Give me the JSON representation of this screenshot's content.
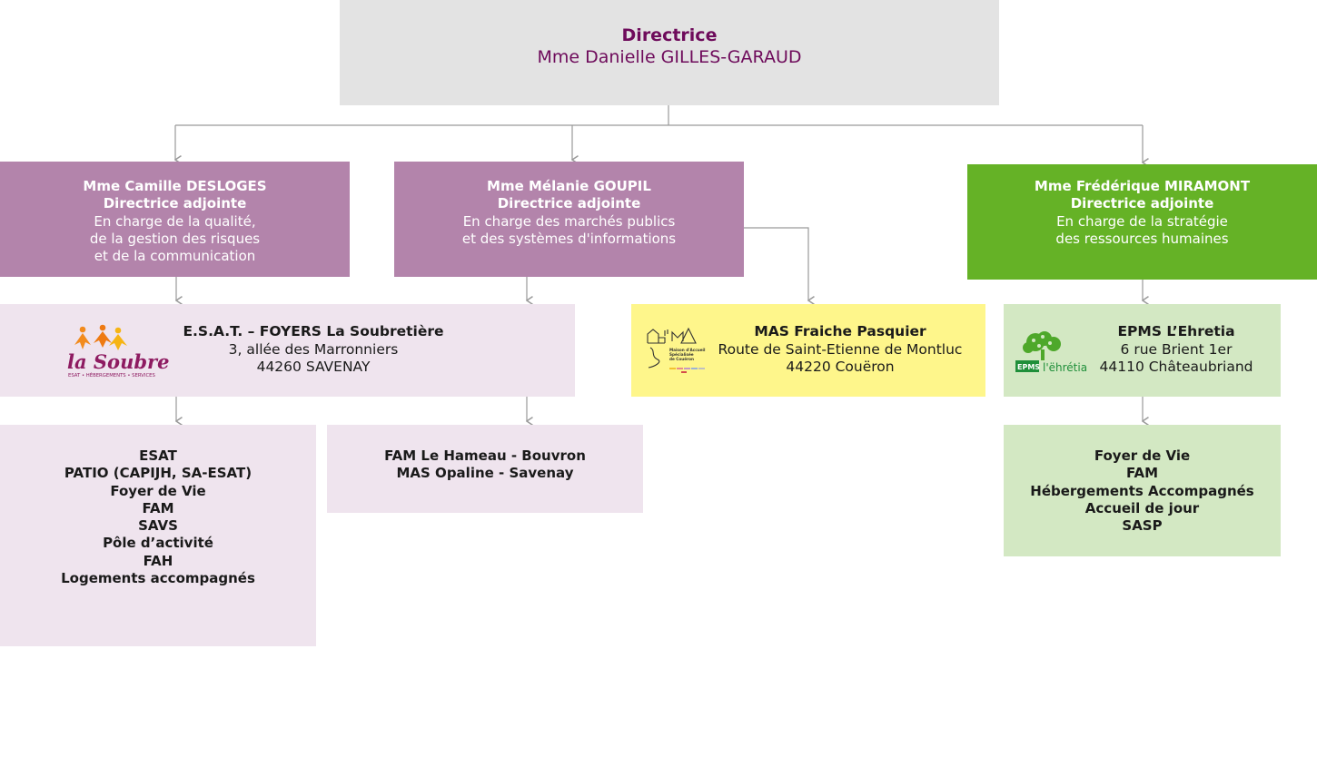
{
  "directrice": {
    "title": "Directrice",
    "name": "Mme Danielle GILLES-GARAUD"
  },
  "adjointes": [
    {
      "name": "Mme Camille DESLOGES",
      "role": "Directrice adjointe",
      "desc": [
        "En charge de la qualité,",
        "de la gestion des risques",
        "et de la communication"
      ]
    },
    {
      "name": "Mme Mélanie GOUPIL",
      "role": "Directrice adjointe",
      "desc": [
        "En charge des marchés publics",
        "et des systèmes d'informations"
      ]
    },
    {
      "name": "Mme Frédérique MIRAMONT",
      "role": "Directrice adjointe",
      "desc": [
        "En charge de la stratégie",
        "des ressources humaines"
      ]
    }
  ],
  "etablissements": [
    {
      "name": "E.S.A.T. – FOYERS La Soubretière",
      "address": "3, allée des Marronniers",
      "city": "44260 SAVENAY",
      "logo_text": "la Soubretière",
      "logo_sub": "ESAT • HÉBERGEMENTS • SERVICES"
    },
    {
      "name": "MAS Fraiche Pasquier",
      "address": "Route de Saint-Etienne de Montluc",
      "city": "44220 Couëron",
      "logo_text": "MA",
      "logo_sub": "Maison d'Accueil Spécialisée de Couëron"
    },
    {
      "name": "EPMS L’Ehretia",
      "address": "6 rue Brient 1er",
      "city": "44110 Châteaubriand",
      "logo_badge": "EPMS",
      "logo_text": "l'ëhrétia"
    }
  ],
  "services": [
    [
      "ESAT",
      "PATIO (CAPIJH, SA-ESAT)",
      "Foyer de Vie",
      "FAM",
      "SAVS",
      "Pôle d’activité",
      "FAH",
      "Logements accompagnés"
    ],
    [
      "FAM Le Hameau - Bouvron",
      "MAS Opaline - Savenay"
    ],
    [
      "Foyer de Vie",
      "FAM",
      "Hébergements Accompagnés",
      "Accueil de jour",
      "SASP"
    ]
  ],
  "colors": {
    "directrice_bg": "#e3e3e3",
    "directrice_text": "#6e0b5b",
    "adjointe_purple": "#b384ab",
    "adjointe_green": "#65b226",
    "etab_purple_light": "#efe4ee",
    "etab_yellow": "#fef68b",
    "etab_green_light": "#d3e8c3",
    "connector": "#9a9a9a"
  }
}
